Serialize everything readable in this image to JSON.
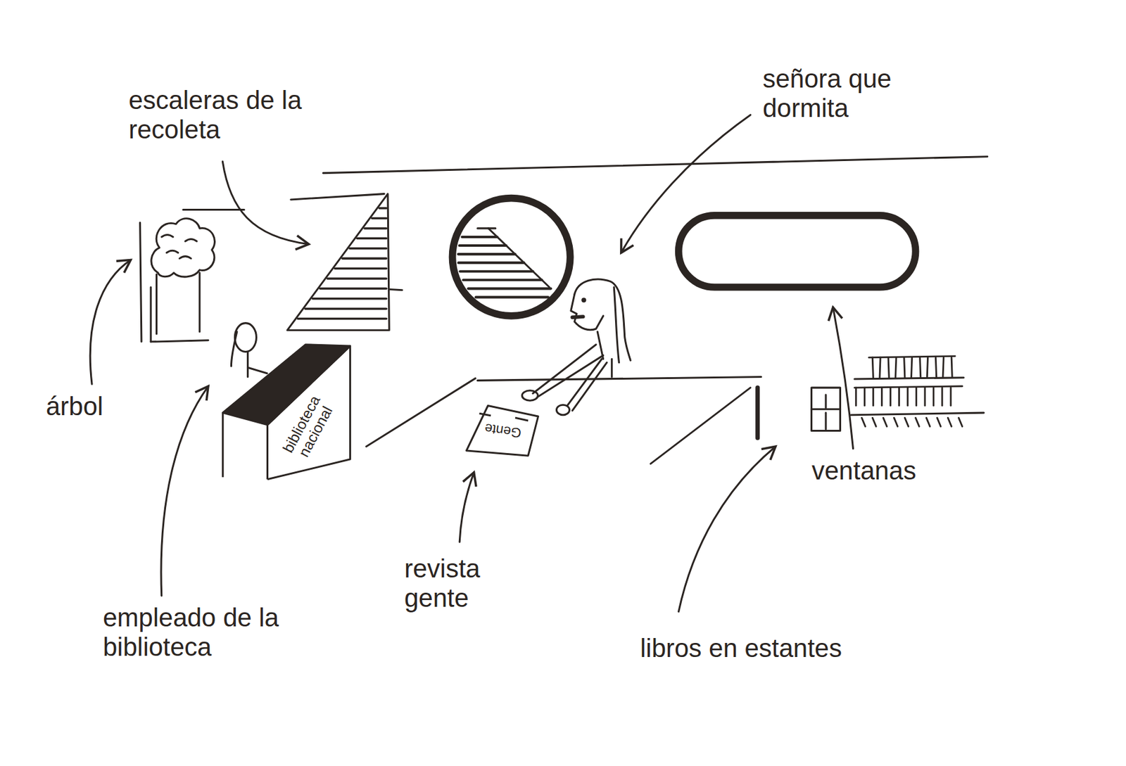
{
  "diagram": {
    "nodes": [
      {
        "text": [
          "biblioteca nacional"
        ]
      },
      {
        "text": [
          "Gente"
        ]
      }
    ],
    "labels": [
      "escaleras de la recoleta",
      "señora que dormita",
      "árbol",
      "empleado de la biblioteca",
      "revista gente",
      "libros en estantes",
      "ventanas"
    ]
  }
}
